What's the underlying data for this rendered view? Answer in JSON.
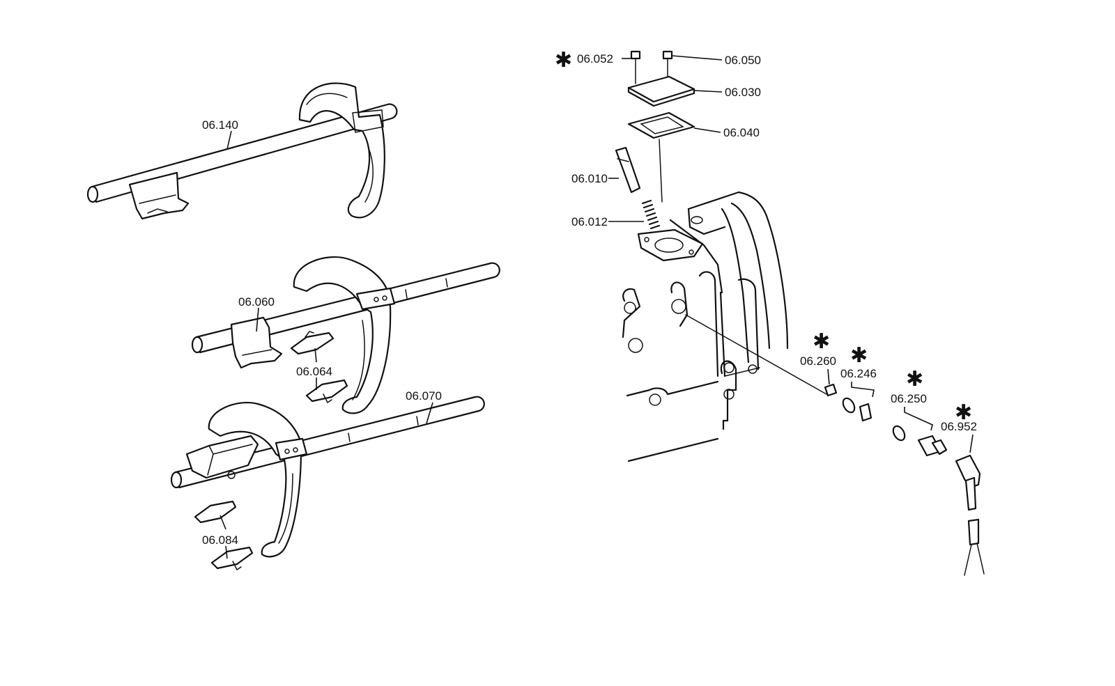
{
  "parts": {
    "p06_140": {
      "label": "06.140"
    },
    "p06_060": {
      "label": "06.060"
    },
    "p06_064": {
      "label": "06.064"
    },
    "p06_070": {
      "label": "06.070"
    },
    "p06_084": {
      "label": "06.084"
    },
    "p06_052": {
      "label": "06.052",
      "starred": true
    },
    "p06_050": {
      "label": "06.050"
    },
    "p06_030": {
      "label": "06.030"
    },
    "p06_040": {
      "label": "06.040"
    },
    "p06_010": {
      "label": "06.010"
    },
    "p06_012": {
      "label": "06.012"
    },
    "p06_260": {
      "label": "06.260",
      "starred": true
    },
    "p06_246": {
      "label": "06.246",
      "starred": true
    },
    "p06_250": {
      "label": "06.250",
      "starred": true
    },
    "p06_952": {
      "label": "06.952",
      "starred": true
    }
  },
  "marker": {
    "symbol": "✱"
  }
}
